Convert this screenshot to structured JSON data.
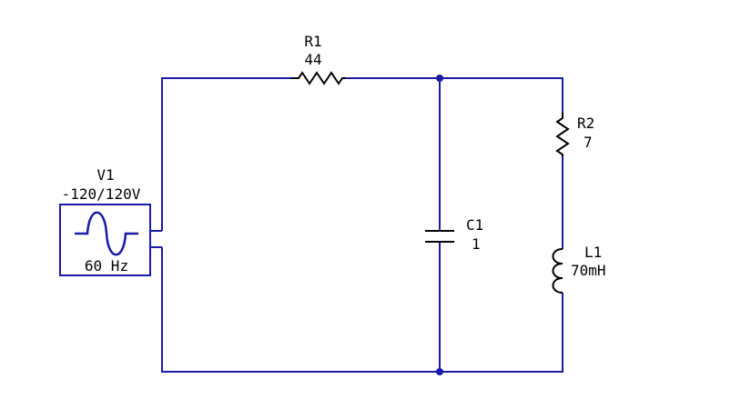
{
  "circuit": {
    "colors": {
      "wire": "#1a1aa8",
      "component": "#000000",
      "label": "#000000"
    },
    "source": {
      "name": "V1",
      "value": "-120/120V",
      "frequency": "60 Hz"
    },
    "r1": {
      "name": "R1",
      "value": "44"
    },
    "r2": {
      "name": "R2",
      "value": "7"
    },
    "c1": {
      "name": "C1",
      "value": "1"
    },
    "l1": {
      "name": "L1",
      "value": "70mH"
    }
  }
}
